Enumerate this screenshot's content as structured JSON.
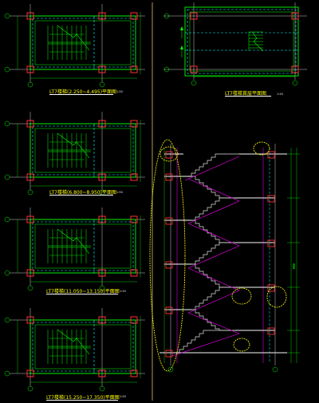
{
  "drawings": {
    "plan1": {
      "title": "LT7楼梯(2.250~4.495)平面图",
      "scale": "1:50"
    },
    "plan2": {
      "title": "LT7楼梯(6.800~8.950)平面图",
      "scale": "1:50"
    },
    "plan3": {
      "title": "LT7楼梯(11.050~13.150)平面图",
      "scale": "1:50"
    },
    "plan4": {
      "title": "LT7楼梯(15.250~17.350)平面图",
      "scale": "1:50"
    },
    "top_plan": {
      "title": "LT7楼梯首层平面图",
      "scale": "1:50"
    },
    "section": {
      "label": "剖面"
    }
  },
  "colors": {
    "background": "#000000",
    "wall_outline": "#00ff00",
    "dashed_beam": "#00ffff",
    "column": "#ff3030",
    "grid_line": "#ffffff",
    "magenta_line": "#ff00ff",
    "cloud": "#ffff00",
    "title_text": "#ffff00",
    "panel_divider": "#d8c070"
  }
}
